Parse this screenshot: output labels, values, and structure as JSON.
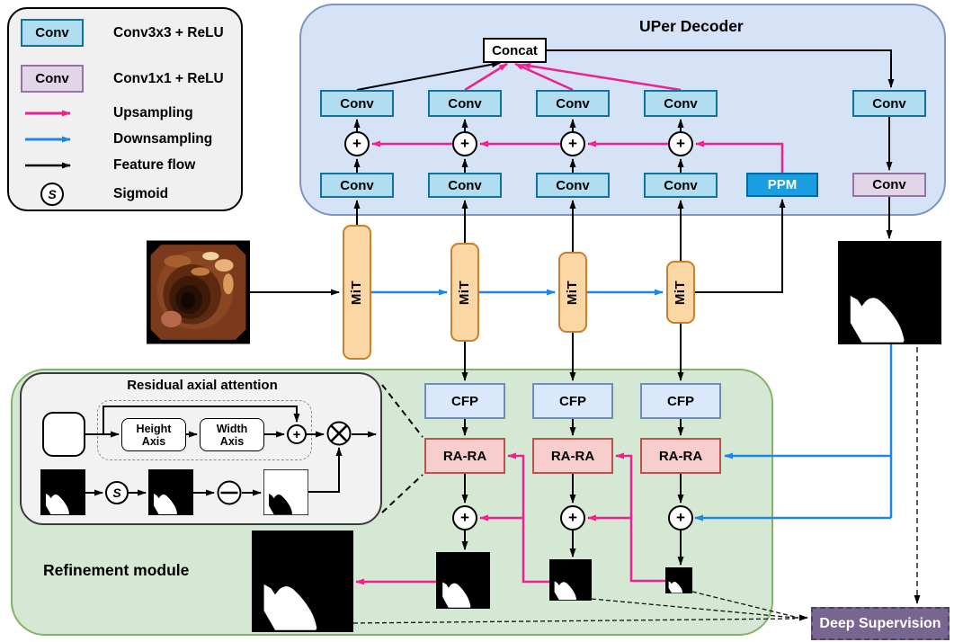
{
  "legend": {
    "conv3x3": {
      "box_label": "Conv",
      "desc": "Conv3x3 + ReLU"
    },
    "conv1x1": {
      "box_label": "Conv",
      "desc": "Conv1x1 + ReLU"
    },
    "upsampling": {
      "desc": "Upsampling"
    },
    "downsampling": {
      "desc": "Downsampling"
    },
    "feature_flow": {
      "desc": "Feature flow"
    },
    "sigmoid": {
      "symbol": "S",
      "desc": "Sigmoid"
    }
  },
  "decoder": {
    "title": "UPer Decoder",
    "concat_label": "Concat",
    "conv_label": "Conv",
    "ppm_label": "PPM",
    "plus_symbol": "+"
  },
  "backbone": {
    "mit_label": "MiT"
  },
  "refinement": {
    "title": "Refinement module",
    "cfp_label": "CFP",
    "rara_label": "RA-RA",
    "plus_symbol": "+",
    "raa": {
      "title": "Residual axial attention",
      "height_axis_line1": "Height",
      "height_axis_line2": "Axis",
      "width_axis_line1": "Width",
      "width_axis_line2": "Axis",
      "plus_symbol": "+",
      "sigmoid_symbol": "S"
    }
  },
  "deep_supervision": {
    "label": "Deep Supervision"
  },
  "colors": {
    "upsampling_pink": "#f0218f",
    "downsampling_blue": "#1e86e6",
    "feature_flow_black": "#000000",
    "decoder_bg": "#d6e3f7",
    "conv3x3_fill": "#b1ddf0",
    "conv3x3_border": "#10739e",
    "conv1x1_fill": "#e1d5e7",
    "conv1x1_border": "#9673a6",
    "ppm_fill": "#1b9de2",
    "mit_fill": "#fad7a5",
    "mit_border": "#c87f2f",
    "refinement_bg": "#d5e8d4",
    "refinement_border": "#82b366",
    "cfp_fill": "#dae8fc",
    "rara_fill": "#f8cecc",
    "deep_supervision_fill": "#796690"
  }
}
